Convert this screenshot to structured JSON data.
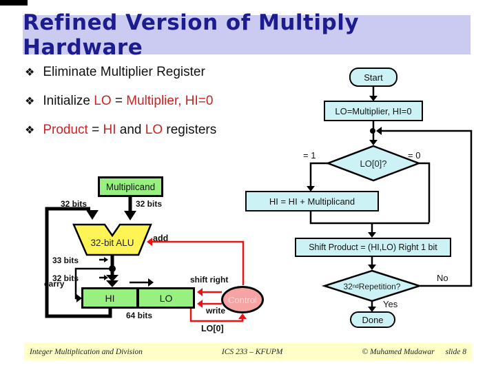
{
  "title": {
    "text": "Refined Version of Multiply Hardware"
  },
  "bullets": {
    "b1": {
      "marker": "❖",
      "s1": "Eliminate Multiplier Register"
    },
    "b2": {
      "marker": "❖",
      "s1": "Initialize ",
      "s2": "LO",
      "s3": " = ",
      "s4": "Multiplier, HI=0"
    },
    "b3": {
      "marker": "❖",
      "s1": "Product",
      "s2": " = ",
      "s3": "HI",
      "s4": " and ",
      "s5": "LO",
      "s6": " registers"
    }
  },
  "flowchart": {
    "start": "Start",
    "init": "LO=Multiplier, HI=0",
    "branch_eq1": "= 1",
    "branch_eq0": "= 0",
    "decision": "LO[0]?",
    "add_box": "HI = HI + Multiplicand",
    "shift_box": "Shift Product = (HI,LO) Right 1 bit",
    "rep_num": "32",
    "rep_sup": "nd",
    "rep_rest": " Repetition?",
    "no": "No",
    "yes": "Yes",
    "done": "Done"
  },
  "datapath": {
    "multiplicand": "Multiplicand",
    "bits32_left": "32 bits",
    "bits32_right": "32 bits",
    "alu": "32-bit ALU",
    "add": "add",
    "bits33": "33 bits",
    "bits32_mid": "32 bits",
    "carry": "carry",
    "hi": "HI",
    "lo": "LO",
    "shift_right": "shift right",
    "write": "write",
    "bits64": "64 bits",
    "lo0": "LO[0]",
    "control": "Control"
  },
  "footer": {
    "course": "Integer Multiplication and Division",
    "center": "ICS 233 – KFUPM",
    "copyright": "© Muhamed Mudawar",
    "slide": "slide 8"
  },
  "colors": {
    "title_bg": "#CBCBF1",
    "title_text": "#1C1C8F",
    "flow_fill": "#CDF2F6",
    "register_green": "#98F080",
    "alu_yellow": "#FFF455",
    "control_pink": "#F5A3A3",
    "control_text": "#FFD8D8",
    "wire_red": "#EE1111",
    "accent_red": "#CC2222",
    "footer_bg": "#FFFFC8"
  }
}
